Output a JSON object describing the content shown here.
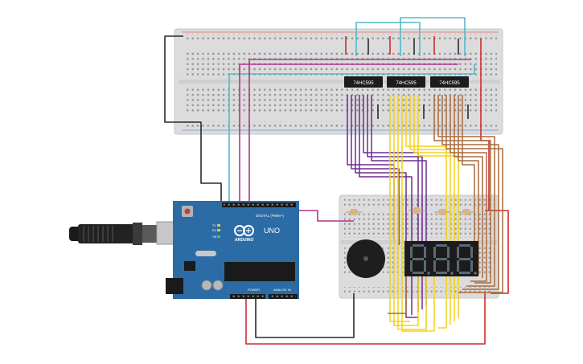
{
  "ics": [
    {
      "label": "74HC595"
    },
    {
      "label": "74HC595"
    },
    {
      "label": "74HC595"
    }
  ],
  "arduino": {
    "brand": "ARDUINO",
    "model": "UNO",
    "digital_label": "DIGITAL (PWM~)",
    "power_label": "POWER",
    "analog_label": "ANALOG IN",
    "tx_label": "TX",
    "rx_label": "RX",
    "on_label": "ON"
  },
  "display": {
    "digit_count": 3,
    "digit_color": "#5a6a74",
    "body_color": "#1c1c1c"
  },
  "wire_colors": {
    "black": "#2a2a2a",
    "red": "#d22b2b",
    "cyan": "#52b9c8",
    "magenta": "#b0368f",
    "purple": "#6b2d91",
    "yellow": "#f2d21b",
    "brown": "#a86a3c",
    "board": "#2b6ca6"
  },
  "components": {
    "buzzer": "buzzer",
    "resistor_count": 4,
    "usb_cable": "usb"
  }
}
